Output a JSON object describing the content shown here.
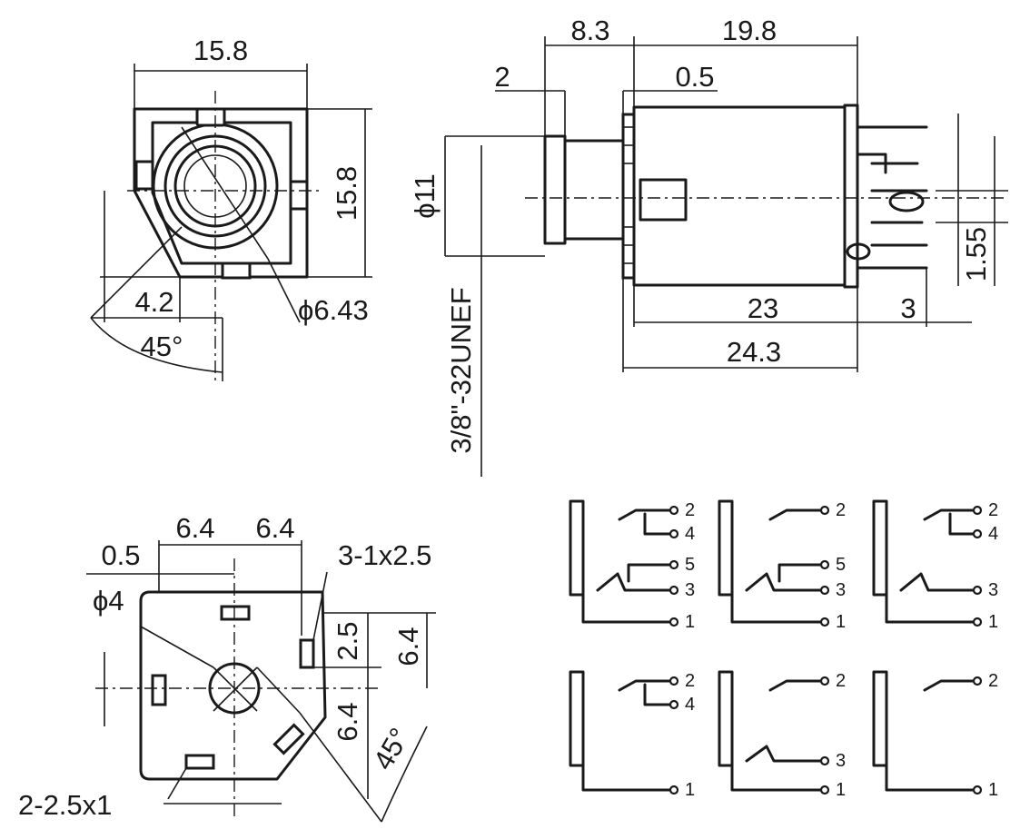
{
  "front_view": {
    "width": "15.8",
    "height": "15.8",
    "offset": "4.2",
    "angle": "45°",
    "bore": "ϕ6.43"
  },
  "side_view": {
    "front_length": "8.3",
    "body_length": "19.8",
    "flange": "2",
    "washer": "0.5",
    "thread_dia": "ϕ11",
    "thread_spec": "3/8\"-32UNEF",
    "pin_pitch": "1.55",
    "body": "23",
    "pin_len": "3",
    "overall": "24.3"
  },
  "pcb_layout": {
    "offset": "0.5",
    "pitch_a": "6.4",
    "pitch_b": "6.4",
    "slot_pins": "3-1x2.5",
    "hole": "ϕ4",
    "vert_a": "2.5",
    "vert_b": "6.4",
    "vert_c": "6.4",
    "angle": "45°",
    "mount_slots": "2-2.5x1"
  },
  "schematics": {
    "pins": [
      "1",
      "2",
      "3",
      "4",
      "5"
    ]
  }
}
